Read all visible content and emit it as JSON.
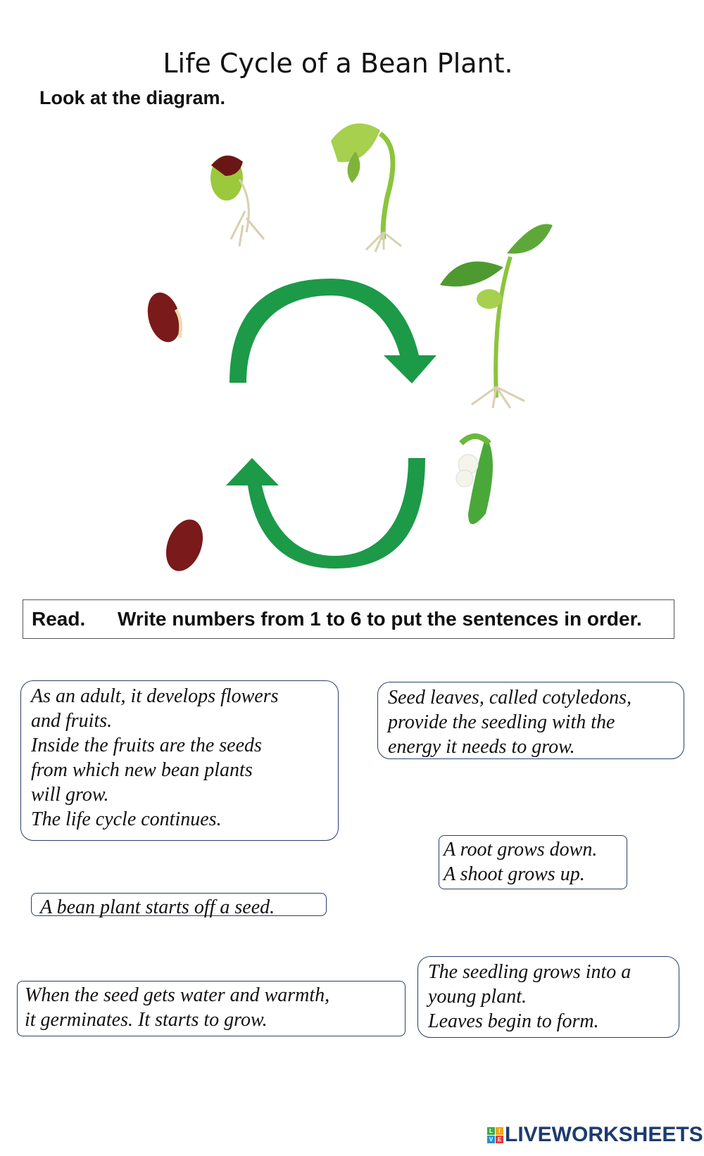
{
  "title": "Life Cycle of a Bean Plant.",
  "subtitle": "Look at the diagram.",
  "instruction": {
    "read": "Read.",
    "text": "Write numbers from 1 to 6 to put the sentences in order."
  },
  "cards": [
    {
      "lines": [
        "As an adult, it develops flowers",
        "and fruits.",
        "Inside the fruits are the seeds",
        "from which new bean plants",
        "will grow.",
        "The life cycle continues."
      ]
    },
    {
      "lines": [
        "Seed leaves, called cotyledons,",
        "provide the seedling with the",
        "energy it needs to grow."
      ]
    },
    {
      "lines": [
        "A root grows down.",
        "A shoot grows up."
      ]
    },
    {
      "lines": [
        "A bean plant starts off a seed."
      ]
    },
    {
      "lines": [
        "When the seed gets water and warmth,",
        "it germinates. It starts to grow."
      ]
    },
    {
      "lines": [
        "The seedling grows into a",
        "young plant.",
        "Leaves begin to form."
      ]
    }
  ],
  "logo": {
    "text": "LIVEWORKSHEETS",
    "letters": [
      "L",
      "I",
      "V",
      "E"
    ]
  },
  "colors": {
    "arrow": "#1c9a48",
    "seed": "#7a1a1a",
    "leaf": "#8cc43c",
    "card_border": "#2b3f6b",
    "logo": "#1d3b6e"
  }
}
